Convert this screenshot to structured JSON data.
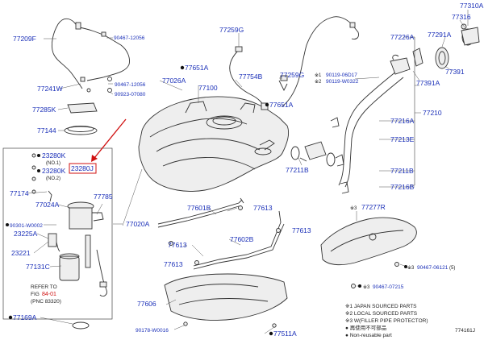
{
  "labels": {
    "l77209F": "77209F",
    "l90467_12056a": "90467-12056",
    "l77241W": "77241W",
    "l77026A": "77026A",
    "l90467_12056b": "90467-12056",
    "l90923_07080": "90923-07080",
    "l77285K": "77285K",
    "l77144": "77144",
    "l23280K_1": "23280K",
    "l23280K_1n": "(NO.1)",
    "l23280K_2": "23280K",
    "l23280K_2n": "(NO.2)",
    "l23280J": "23280J",
    "l77174": "77174",
    "l77024A": "77024A",
    "l77785": "77785",
    "l90301": "90301-W0002",
    "l23225A": "23225A",
    "l23221": "23221",
    "l77131C": "77131C",
    "l77169A": "77169A",
    "l77259G_top": "77259G",
    "l77651A_a": "77651A",
    "l77100": "77100",
    "l77754B": "77754B",
    "l77259G_mid": "77259G",
    "l77651A_b": "77651A",
    "l77020A": "77020A",
    "l77601B": "77601B",
    "l77613_a": "77613",
    "l77613_b": "77613",
    "l77613_c": "77613",
    "l77613_d": "77613",
    "l77602B": "77602B",
    "l77606": "77606",
    "l90178": "90178-W0016",
    "l77511A": "77511A",
    "l77226A": "77226A",
    "l90119_06D17": "90119-06D17",
    "l90119_W0322": "90119-W0322",
    "l77310A": "77310A",
    "l77316": "77316",
    "l77291A": "77291A",
    "l77391": "77391",
    "l77391A": "77391A",
    "l77210": "77210",
    "l77216A": "77216A",
    "l77213E": "77213E",
    "l77211B_a": "77211B",
    "l77211B_b": "77211B",
    "l77216B": "77216B",
    "l77277R": "77277R",
    "l90467_06121": "90467-06121",
    "l90467_07215": "90467-07215"
  },
  "marks": {
    "star1": "※1",
    "star2": "※2",
    "star3": "※3",
    "paren5": "(5)"
  },
  "refer": {
    "line1": "REFER TO",
    "line2_prefix": "FIG",
    "line2_link": "84-01",
    "line3": "(PNC 83320)"
  },
  "legend": {
    "l1": "※1 JAPAN SOURCED PARTS",
    "l2": "※2 LOCAL SOURCED PARTS",
    "l3": "※3 W(FILLER PIPE PROTECTOR)",
    "l4": "● 再使用不可部品",
    "l5": "● Non-reusable part"
  },
  "figure_id": "774161J",
  "colors": {
    "label": "#1a2fb8",
    "highlight": "#d01010",
    "line": "#333333"
  }
}
